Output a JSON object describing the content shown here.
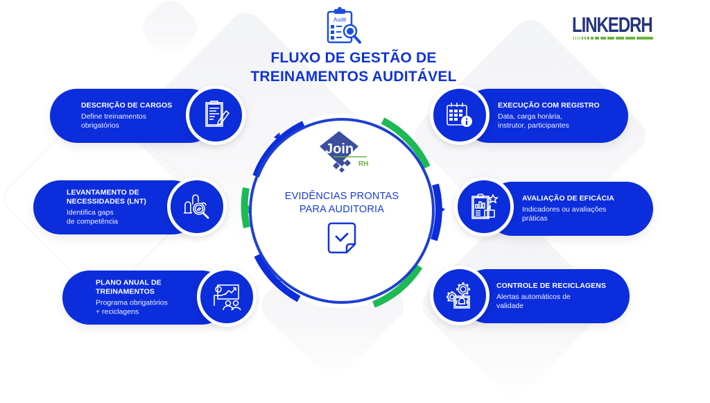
{
  "header": {
    "title_line1": "FLUXO DE GESTÃO DE",
    "title_line2": "TREINAMENTOS AUDITÁVEL",
    "audit_icon_label": "Audit"
  },
  "brand": {
    "name": "LINKEDRH",
    "colors": {
      "text": "#26347d",
      "bar": "#6db33f"
    }
  },
  "center": {
    "logo_text": "Join",
    "logo_sub": "RH",
    "line1": "EVIDÊNCIAS PRONTAS",
    "line2": "PARA AUDITORIA",
    "icon": "document-check-icon"
  },
  "steps_left": [
    {
      "title": [
        "DESCRIÇÃO DE CARGOS"
      ],
      "desc": [
        "Define treinamentos",
        "obrigatórios"
      ],
      "icon": "clipboard-pencil-icon"
    },
    {
      "title": [
        "LEVANTAMENTO DE",
        "NECESSIDADES (LNT)"
      ],
      "desc": [
        "Identifica gaps",
        "de competência"
      ],
      "icon": "chart-magnifier-icon"
    },
    {
      "title": [
        "PLANO ANUAL DE",
        "TREINAMENTOS"
      ],
      "desc": [
        "Programa obrigatórios",
        "+ reciclagens"
      ],
      "icon": "presentation-trainer-icon"
    }
  ],
  "steps_right": [
    {
      "title": [
        "EXECUÇÃO COM REGISTRO"
      ],
      "desc": [
        "Data, carga horária,",
        "instrutor, participantes"
      ],
      "icon": "calendar-info-icon"
    },
    {
      "title": [
        "AVALIAÇÃO DE EFICÁCIA"
      ],
      "desc": [
        "Indicadores ou avaliações",
        "práticas"
      ],
      "icon": "clipboard-thumbs-up-icon"
    },
    {
      "title": [
        "CONTROLE DE RECICLAGENS"
      ],
      "desc": [
        "Alertas automáticos de",
        "validade"
      ],
      "icon": "gears-alert-icon"
    }
  ],
  "colors": {
    "primary": "#0b2ddb",
    "accent_green": "#1db954",
    "ring_blue": "#1f3fd1",
    "title_blue": "#1034d6"
  }
}
